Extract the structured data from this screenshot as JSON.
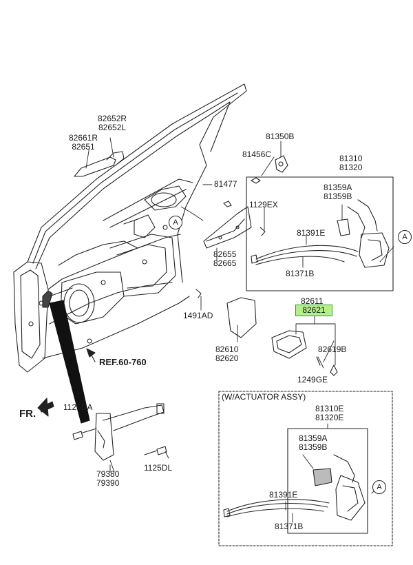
{
  "labels": {
    "p82652": "82652R\n82652L",
    "p82661": "82661R\n82651",
    "p81350b": "81350B",
    "p81456c": "81456C",
    "p81310": "81310\n81320",
    "p81477": "81477",
    "p1129ex": "1129EX",
    "p81359": "81359A\n81359B",
    "p81391e": "81391E",
    "p82655": "82655\n82665",
    "p81371b": "81371B",
    "p82611": "82611",
    "p82621": "82621",
    "p1491ad": "1491AD",
    "p82610": "82610\n82620",
    "p82619b": "82619B",
    "p1249ge": "1249GE",
    "ref": "REF.60-760",
    "fr": "FR.",
    "p1125da": "1125DA",
    "p1125dl": "1125DL",
    "p79390": "79380\n79390",
    "wact": "(W/ACTUATOR ASSY)",
    "p81310e": "81310E\n81320E",
    "p81359b2": "81359A\n81359B",
    "p81391e2": "81391E",
    "p81371b2": "81371B",
    "callout": "A"
  },
  "colors": {
    "line": "#222222",
    "highlight_fill": "#b4f08a",
    "highlight_border": "#3a9a20"
  }
}
